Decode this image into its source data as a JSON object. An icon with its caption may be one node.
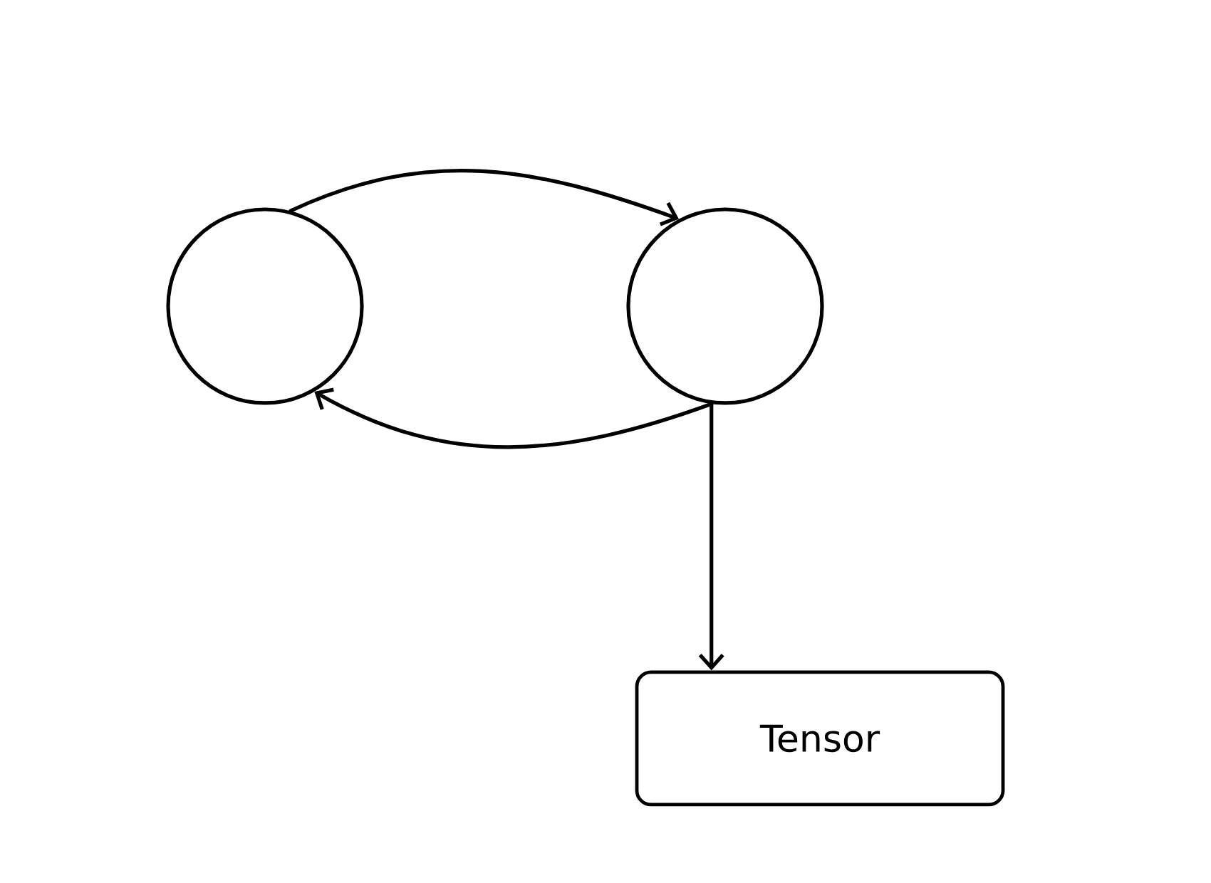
{
  "diagram": {
    "nodes": [
      {
        "text": [],
        "shape": "circle"
      },
      {
        "text": [],
        "shape": "circle"
      },
      {
        "text": [
          "Tensor"
        ]
      }
    ],
    "edges": [
      {
        "from": 0,
        "to": 1,
        "arrow": "to"
      },
      {
        "from": 1,
        "to": 0,
        "arrow": "to"
      },
      {
        "from": 1,
        "to": 2,
        "arrow": "to"
      }
    ]
  }
}
